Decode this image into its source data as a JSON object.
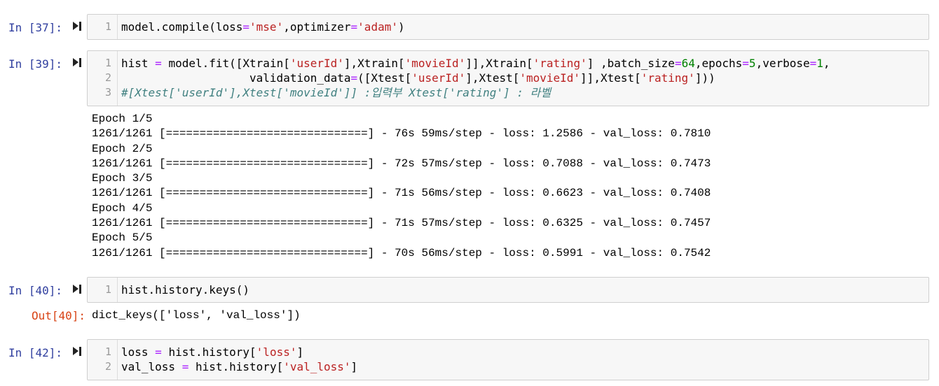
{
  "cells": [
    {
      "prompt": "In [37]:",
      "lines": [
        [
          {
            "t": "model.compile(loss"
          },
          {
            "t": "=",
            "c": "op"
          },
          {
            "t": "'mse'",
            "c": "str"
          },
          {
            "t": ",optimizer"
          },
          {
            "t": "=",
            "c": "op"
          },
          {
            "t": "'adam'",
            "c": "str"
          },
          {
            "t": ")"
          }
        ]
      ]
    },
    {
      "prompt": "In [39]:",
      "lines": [
        [
          {
            "t": "hist "
          },
          {
            "t": "=",
            "c": "op"
          },
          {
            "t": " model.fit([Xtrain["
          },
          {
            "t": "'userId'",
            "c": "str"
          },
          {
            "t": "],Xtrain["
          },
          {
            "t": "'movieId'",
            "c": "str"
          },
          {
            "t": "]],Xtrain["
          },
          {
            "t": "'rating'",
            "c": "str"
          },
          {
            "t": "] ,batch_size"
          },
          {
            "t": "=",
            "c": "op"
          },
          {
            "t": "64",
            "c": "num"
          },
          {
            "t": ",epochs"
          },
          {
            "t": "=",
            "c": "op"
          },
          {
            "t": "5",
            "c": "num"
          },
          {
            "t": ",verbose"
          },
          {
            "t": "=",
            "c": "op"
          },
          {
            "t": "1",
            "c": "num"
          },
          {
            "t": ","
          }
        ],
        [
          {
            "t": "                   validation_data"
          },
          {
            "t": "=",
            "c": "op"
          },
          {
            "t": "([Xtest["
          },
          {
            "t": "'userId'",
            "c": "str"
          },
          {
            "t": "],Xtest["
          },
          {
            "t": "'movieId'",
            "c": "str"
          },
          {
            "t": "]],Xtest["
          },
          {
            "t": "'rating'",
            "c": "str"
          },
          {
            "t": "]))"
          }
        ],
        [
          {
            "t": "#[Xtest['userId'],Xtest['movieId']] :입력부 Xtest['rating'] : 라벨",
            "c": "cmt"
          }
        ]
      ],
      "output": [
        "Epoch 1/5",
        "1261/1261 [==============================] - 76s 59ms/step - loss: 1.2586 - val_loss: 0.7810",
        "Epoch 2/5",
        "1261/1261 [==============================] - 72s 57ms/step - loss: 0.7088 - val_loss: 0.7473",
        "Epoch 3/5",
        "1261/1261 [==============================] - 71s 56ms/step - loss: 0.6623 - val_loss: 0.7408",
        "Epoch 4/5",
        "1261/1261 [==============================] - 71s 57ms/step - loss: 0.6325 - val_loss: 0.7457",
        "Epoch 5/5",
        "1261/1261 [==============================] - 70s 56ms/step - loss: 0.5991 - val_loss: 0.7542"
      ]
    },
    {
      "prompt": "In [40]:",
      "lines": [
        [
          {
            "t": "hist.history.keys()"
          }
        ]
      ],
      "out_prompt": "Out[40]:",
      "out_text": "dict_keys(['loss', 'val_loss'])"
    },
    {
      "prompt": "In [42]:",
      "lines": [
        [
          {
            "t": "loss "
          },
          {
            "t": "=",
            "c": "op"
          },
          {
            "t": " hist.history["
          },
          {
            "t": "'loss'",
            "c": "str"
          },
          {
            "t": "]"
          }
        ],
        [
          {
            "t": "val_loss "
          },
          {
            "t": "=",
            "c": "op"
          },
          {
            "t": " hist.history["
          },
          {
            "t": "'val_loss'",
            "c": "str"
          },
          {
            "t": "]"
          }
        ]
      ]
    }
  ],
  "icons": {
    "run": "run-cell-icon"
  }
}
